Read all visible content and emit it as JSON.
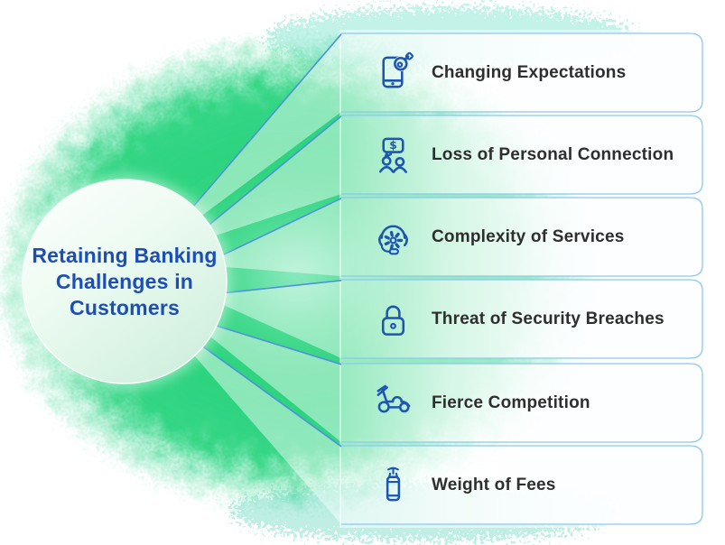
{
  "title": {
    "full": "Retaining Banking Challenges in Customers",
    "lines": [
      "Retaining Banking",
      "Challenges in",
      "Customers"
    ]
  },
  "items": [
    {
      "label": "Changing Expectations",
      "icon": "mobile-settings-icon"
    },
    {
      "label": "Loss of Personal Connection",
      "icon": "people-money-chat-icon"
    },
    {
      "label": "Complexity of Services",
      "icon": "support-headset-gear-icon"
    },
    {
      "label": "Threat of Security Breaches",
      "icon": "padlock-icon"
    },
    {
      "label": "Fierce Competition",
      "icon": "race-car-icon"
    },
    {
      "label": "Weight of Fees",
      "icon": "punching-bag-icon"
    }
  ],
  "colors": {
    "title_blue": "#1d4eb5",
    "icon_blue": "#1f55b2",
    "label_gray": "#2e2e2e",
    "connector_blue": "#4e92da",
    "card_border_blue": "#8cc8f0",
    "blob_green": "#2ed47f",
    "card_left_teal": "#9be3cc",
    "circle_mint": "#cfefdd"
  }
}
